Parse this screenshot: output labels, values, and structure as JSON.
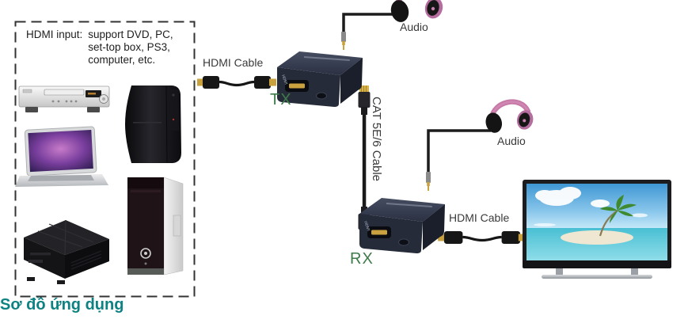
{
  "caption": "Sơ đồ ứng dụng",
  "input_group": {
    "prefix": "HDMI input:",
    "line1": "support DVD, PC,",
    "line2": "set-top box, PS3,",
    "line3": "computer, etc."
  },
  "units": {
    "tx": "TX",
    "rx": "RX",
    "brand": "HDMI"
  },
  "cables": {
    "hdmi_left": "HDMI Cable",
    "hdmi_right": "HDMI Cable",
    "cat": "CAT 5E/6 Cable"
  },
  "audio": {
    "tx": "Audio",
    "rx": "Audio"
  },
  "colors": {
    "caption_color": "#0e8183",
    "unit_label_color": "#3e7b4a",
    "label_color": "#3a3a3a",
    "headphone_pink": "#c678a6",
    "connector_gold": "#c9a23f",
    "unit_body": "#262b3a"
  }
}
